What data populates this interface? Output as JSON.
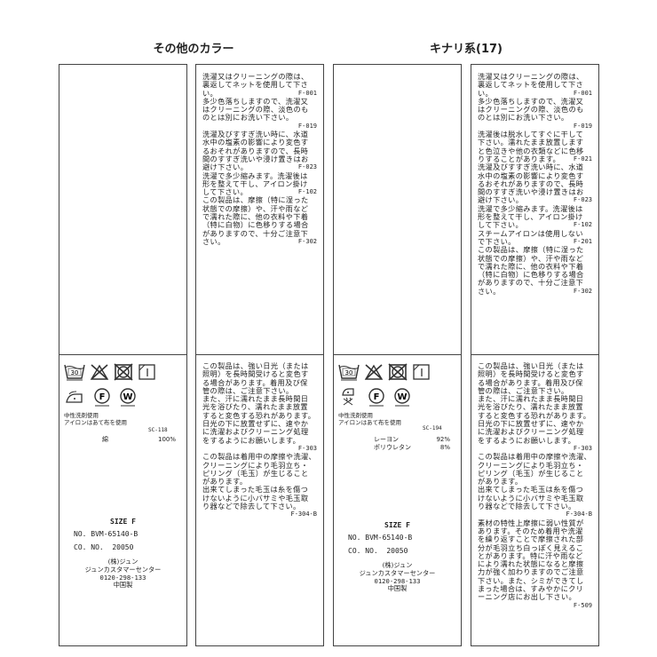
{
  "titles": [
    "その他のカラー",
    "キナリ系(17)"
  ],
  "care_symbols": [
    "wash-30-icon",
    "no-bleach-icon",
    "no-tumble-dry-icon",
    "line-dry-shade-icon",
    "iron-low-icon",
    "dry-clean-f-icon",
    "wet-clean-w-icon"
  ],
  "labels": [
    {
      "care_note": "中性洗剤使用\nアイロンはあて布を使用",
      "sc_code": "SC-118",
      "fabric": [
        {
          "name": "綿",
          "pct": "100%"
        }
      ],
      "size": "SIZE F",
      "no": "NO. BVM-65140-B",
      "co_no": "CO. NO.  20050",
      "company": "(株)ジュン",
      "center": "ジュンカスタマーセンター",
      "phone": "0120-298-133",
      "origin": "中国製",
      "steam_iron": false
    },
    {
      "care_note": "中性洗剤使用\nアイロンはあて布を使用",
      "sc_code": "SC-194",
      "fabric": [
        {
          "name": "レーヨン",
          "pct": "92%"
        },
        {
          "name": "ポリウレタン",
          "pct": "8%"
        }
      ],
      "size": "SIZE F",
      "no": "NO. BVM-65140-B",
      "co_no": "CO. NO.  20050",
      "company": "(株)ジュン",
      "center": "ジュンカスタマーセンター",
      "phone": "0120-298-133",
      "origin": "中国製",
      "steam_iron": true
    }
  ],
  "texts": [
    {
      "upper": [
        {
          "t": "洗濯又はクリーニングの際は、"
        },
        {
          "t": "裏返してネットを使用して下さ"
        },
        {
          "t": "い。",
          "c": "F-001"
        },
        {
          "t": "多少色落ちしますので、洗濯又"
        },
        {
          "t": "はクリーニングの際、淡色のも"
        },
        {
          "t": "のとは別にお洗い下さい。"
        },
        {
          "t": "",
          "c": "F-019"
        },
        {
          "t": "洗濯及びすすぎ洗い時に、水道"
        },
        {
          "t": "水中の塩素の影響により変色す"
        },
        {
          "t": "るおそれがありますので、長時"
        },
        {
          "t": "間のすすぎ洗いや浸け置きはお"
        },
        {
          "t": "避け下さい。",
          "c": "F-023"
        },
        {
          "t": "洗濯で多少縮みます。洗濯後は"
        },
        {
          "t": "形を整えて干し、アイロン掛け"
        },
        {
          "t": "して下さい。",
          "c": "F-102"
        },
        {
          "t": "この製品は、摩擦（特に湿った"
        },
        {
          "t": "状態での摩擦）や、汗や雨など"
        },
        {
          "t": "で濡れた際に、他の衣料や下着"
        },
        {
          "t": "（特に白物）に色移りする場合"
        },
        {
          "t": "がありますので、十分ご注意下"
        },
        {
          "t": "さい。",
          "c": "F-302"
        }
      ],
      "lower": [
        {
          "t": "この製品は、強い日光（または"
        },
        {
          "t": "照明）を長時間受けると変色す"
        },
        {
          "t": "る場合があります。着用及び保"
        },
        {
          "t": "管の際は、ご注意下さい。"
        },
        {
          "t": "また、汗に濡れたまま長時間日"
        },
        {
          "t": "光を浴びたり、濡れたまま放置"
        },
        {
          "t": "すると変色する恐れがあります。"
        },
        {
          "t": "日光の下に放置せずに、速やか"
        },
        {
          "t": "に洗濯およびクリーニング処理"
        },
        {
          "t": "をするようにお願いします。"
        },
        {
          "t": "",
          "c": "F-303"
        },
        {
          "t": "この製品は着用中の摩擦や洗濯、"
        },
        {
          "t": "クリーニングにより毛羽立ち・"
        },
        {
          "t": "ピリング（毛玉）が生じること"
        },
        {
          "t": "があります。"
        },
        {
          "t": "出来てしまった毛玉は糸を傷つ"
        },
        {
          "t": "けないように小バサミや毛玉取"
        },
        {
          "t": "り器などで除去して下さい。"
        },
        {
          "t": "",
          "c": "F-304-B"
        }
      ]
    },
    {
      "upper": [
        {
          "t": "洗濯又はクリーニングの際は、"
        },
        {
          "t": "裏返してネットを使用して下さ"
        },
        {
          "t": "い。",
          "c": "F-001"
        },
        {
          "t": "多少色落ちしますので、洗濯又"
        },
        {
          "t": "はクリーニングの際、淡色のも"
        },
        {
          "t": "のとは別にお洗い下さい。"
        },
        {
          "t": "",
          "c": "F-019"
        },
        {
          "t": "洗濯後は脱水してすぐに干して"
        },
        {
          "t": "下さい。濡れたまま放置します"
        },
        {
          "t": "と色泣きや他の衣類などに色移"
        },
        {
          "t": "りすることがあります。",
          "c": "F-021"
        },
        {
          "t": "洗濯及びすすぎ洗い時に、水道"
        },
        {
          "t": "水中の塩素の影響により変色す"
        },
        {
          "t": "るおそれがありますので、長時"
        },
        {
          "t": "間のすすぎ洗いや浸け置きはお"
        },
        {
          "t": "避け下さい。",
          "c": "F-023"
        },
        {
          "t": "洗濯で多少縮みます。洗濯後は"
        },
        {
          "t": "形を整えて干し、アイロン掛け"
        },
        {
          "t": "して下さい。",
          "c": "F-102"
        },
        {
          "t": "スチームアイロンは使用しない"
        },
        {
          "t": "で下さい。",
          "c": "F-201"
        },
        {
          "t": "この製品は、摩擦（特に湿った"
        },
        {
          "t": "状態での摩擦）や、汗や雨など"
        },
        {
          "t": "で濡れた際に、他の衣料や下着"
        },
        {
          "t": "（特に白物）に色移りする場合"
        },
        {
          "t": "がありますので、十分ご注意下"
        },
        {
          "t": "さい。",
          "c": "F-302"
        }
      ],
      "lower": [
        {
          "t": "この製品は、強い日光（または"
        },
        {
          "t": "照明）を長時間受けると変色す"
        },
        {
          "t": "る場合があります。着用及び保"
        },
        {
          "t": "管の際は、ご注意下さい。"
        },
        {
          "t": "また、汗に濡れたまま長時間日"
        },
        {
          "t": "光を浴びたり、濡れたまま放置"
        },
        {
          "t": "すると変色する恐れがあります。"
        },
        {
          "t": "日光の下に放置せずに、速やか"
        },
        {
          "t": "に洗濯およびクリーニング処理"
        },
        {
          "t": "をするようにお願いします。"
        },
        {
          "t": "",
          "c": "F-303"
        },
        {
          "t": "この製品は着用中の摩擦や洗濯、"
        },
        {
          "t": "クリーニングにより毛羽立ち・"
        },
        {
          "t": "ピリング（毛玉）が生じること"
        },
        {
          "t": "があります。"
        },
        {
          "t": "出来てしまった毛玉は糸を傷つ"
        },
        {
          "t": "けないように小バサミや毛玉取"
        },
        {
          "t": "り器などで除去して下さい。"
        },
        {
          "t": "",
          "c": "F-304-B"
        },
        {
          "t": "素材の特性上摩擦に弱い性質が"
        },
        {
          "t": "あります。そのため着用や洗濯"
        },
        {
          "t": "を繰り返すことで摩擦された部"
        },
        {
          "t": "分が毛羽立ち白っぽく見えるこ"
        },
        {
          "t": "とがあります。特に汗や雨など"
        },
        {
          "t": "により濡れた状態になると摩擦"
        },
        {
          "t": "力が強く加わりますのでご注意"
        },
        {
          "t": "下さい。また、シミができてし"
        },
        {
          "t": "まった場合は、すみやかにクリ"
        },
        {
          "t": "ーニング店にお出し下さい。"
        },
        {
          "t": "",
          "c": "F-509"
        }
      ]
    }
  ]
}
